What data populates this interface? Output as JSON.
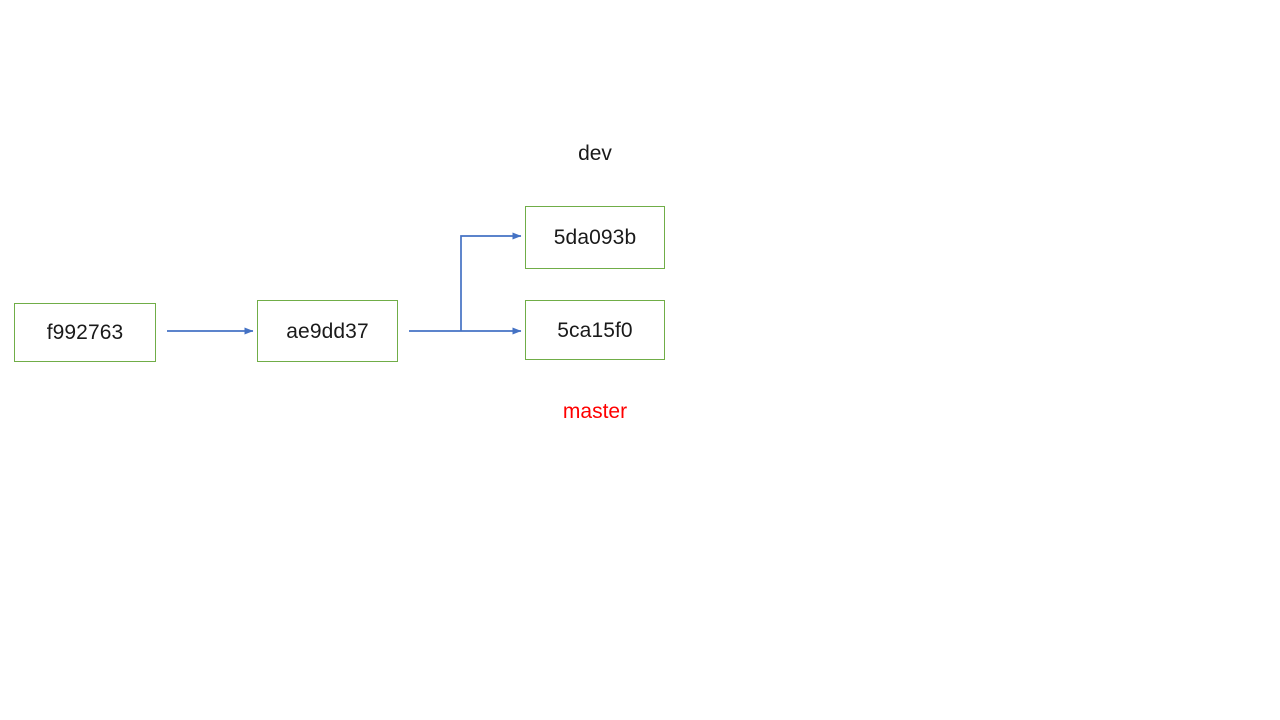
{
  "diagram": {
    "type": "git-commit-graph",
    "background_color": "#ffffff",
    "node_border_color": "#70ad47",
    "edge_color": "#4472c4",
    "nodes": [
      {
        "id": "f992763",
        "label": "f992763"
      },
      {
        "id": "ae9dd37",
        "label": "ae9dd37"
      },
      {
        "id": "5da093b",
        "label": "5da093b"
      },
      {
        "id": "5ca15f0",
        "label": "5ca15f0"
      }
    ],
    "edges": [
      {
        "from": "f992763",
        "to": "ae9dd37"
      },
      {
        "from": "ae9dd37",
        "to": "5da093b"
      },
      {
        "from": "ae9dd37",
        "to": "5ca15f0"
      }
    ],
    "branch_labels": [
      {
        "id": "dev",
        "text": "dev",
        "color": "#1a1a1a",
        "points_to": "5da093b"
      },
      {
        "id": "master",
        "text": "master",
        "color": "#ff0000",
        "points_to": "5ca15f0"
      }
    ]
  }
}
